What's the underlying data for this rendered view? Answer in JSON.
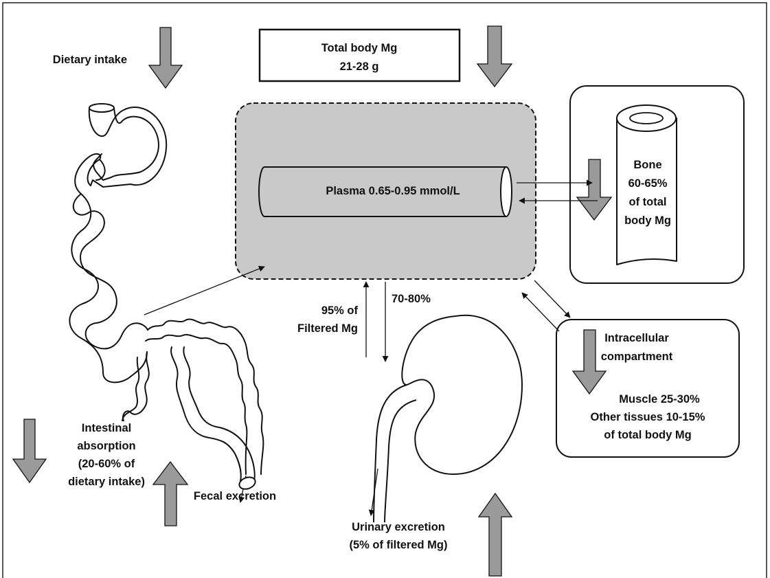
{
  "diagram": {
    "total_body": {
      "line1": "Total body Mg",
      "line2": "21-28 g"
    },
    "dietary_intake": "Dietary intake",
    "plasma": "Plasma 0.65-0.95 mmol/L",
    "bone": {
      "line1": "Bone",
      "line2": "60-65%",
      "line3": "of total",
      "line4": "body Mg"
    },
    "intracellular": {
      "line1": "Intracellular",
      "line2": "compartment",
      "line3": "Muscle 25-30%",
      "line4": "Other tissues 10-15%",
      "line5": "of total body Mg"
    },
    "reabsorption": {
      "line1": "95% of",
      "line2": "Filtered Mg"
    },
    "filtration": "70-80%",
    "intestinal": {
      "line1": "Intestinal",
      "line2": "absorption",
      "line3": "(20-60% of",
      "line4": "dietary intake)"
    },
    "fecal": "Fecal excretion",
    "urinary": {
      "line1": "Urinary excretion",
      "line2": "(5% of filtered Mg)"
    }
  },
  "colors": {
    "arrow_fill": "#9a9a9a",
    "plasma_fill": "#c8c8c8",
    "stroke": "#111111"
  }
}
